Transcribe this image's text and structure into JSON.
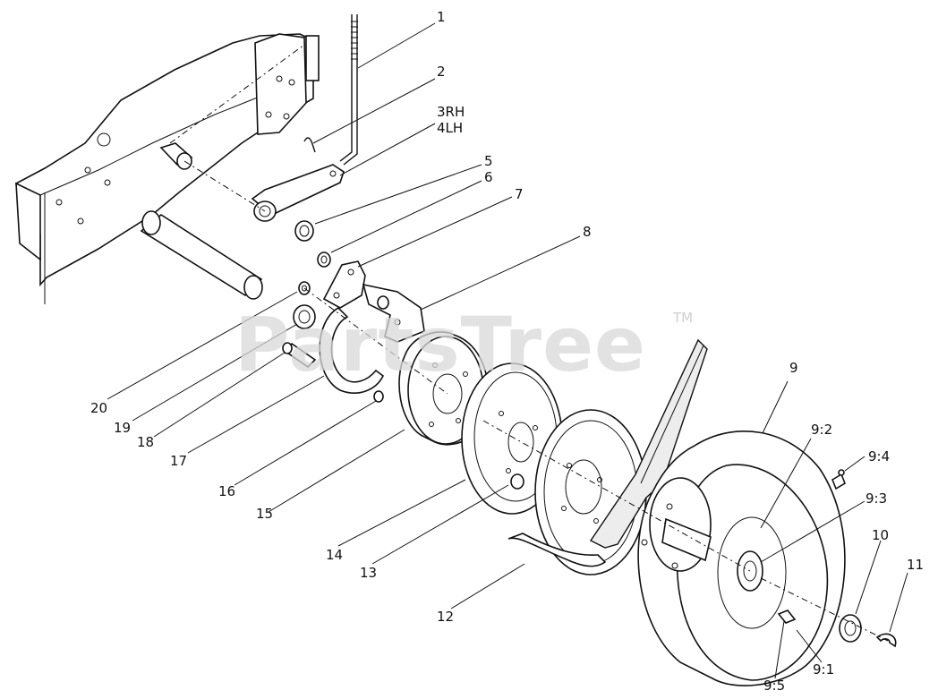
{
  "watermark": {
    "text": "PartsTree",
    "trademark": "TM"
  },
  "callouts": [
    {
      "id": "c1",
      "text": "1"
    },
    {
      "id": "c2",
      "text": "2"
    },
    {
      "id": "c3",
      "text": "3RH"
    },
    {
      "id": "c4",
      "text": "4LH"
    },
    {
      "id": "c5",
      "text": "5"
    },
    {
      "id": "c6",
      "text": "6"
    },
    {
      "id": "c7",
      "text": "7"
    },
    {
      "id": "c8",
      "text": "8"
    },
    {
      "id": "c9",
      "text": "9"
    },
    {
      "id": "c92",
      "text": "9:2"
    },
    {
      "id": "c94",
      "text": "9:4"
    },
    {
      "id": "c93",
      "text": "9:3"
    },
    {
      "id": "c10",
      "text": "10"
    },
    {
      "id": "c11",
      "text": "11"
    },
    {
      "id": "c20",
      "text": "20"
    },
    {
      "id": "c19",
      "text": "19"
    },
    {
      "id": "c18",
      "text": "18"
    },
    {
      "id": "c17",
      "text": "17"
    },
    {
      "id": "c16",
      "text": "16"
    },
    {
      "id": "c15",
      "text": "15"
    },
    {
      "id": "c14",
      "text": "14"
    },
    {
      "id": "c13",
      "text": "13"
    },
    {
      "id": "c12",
      "text": "12"
    },
    {
      "id": "c95",
      "text": "9:5"
    },
    {
      "id": "c91",
      "text": "9:1"
    }
  ]
}
